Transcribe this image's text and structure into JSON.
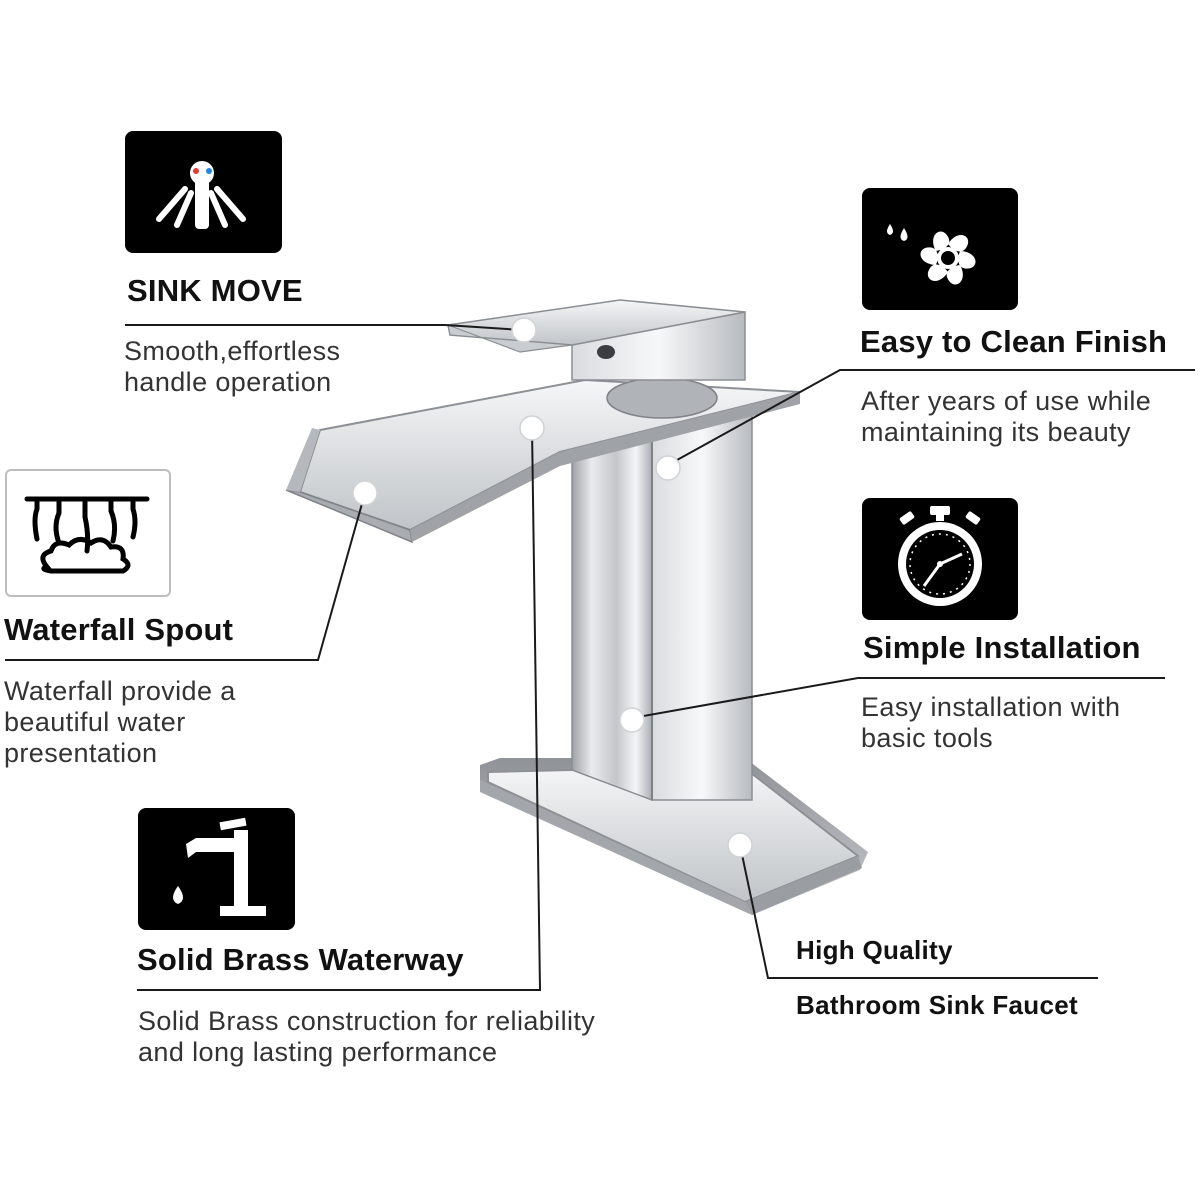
{
  "features": {
    "sink_move": {
      "icon": "handle-rotation-icon",
      "title": "SINK MOVE",
      "desc": [
        "Smooth,effortless",
        "handle operation"
      ]
    },
    "easy_clean": {
      "icon": "fan-water-drops-icon",
      "title": "Easy to Clean Finish",
      "desc": [
        "After years of use while",
        "maintaining its beauty"
      ]
    },
    "waterfall": {
      "icon": "waterfall-icon",
      "title": "Waterfall Spout",
      "desc": [
        "Waterfall provide a",
        "beautiful water",
        "presentation"
      ]
    },
    "simple_install": {
      "icon": "stopwatch-icon",
      "title": "Simple Installation",
      "desc": [
        "Easy installation with",
        "basic tools"
      ]
    },
    "solid_brass": {
      "icon": "faucet-drop-icon",
      "title": "Solid Brass Waterway",
      "desc": [
        "Solid Brass construction for reliability",
        "and long lasting performance"
      ]
    },
    "quality": {
      "line1": "High Quality",
      "line2": "Bathroom Sink Faucet"
    }
  },
  "colors": {
    "icon_bg": "#000000",
    "hot_red": "#e53935",
    "cold_blue": "#1e88e5",
    "chrome": "#c9ccd0"
  }
}
